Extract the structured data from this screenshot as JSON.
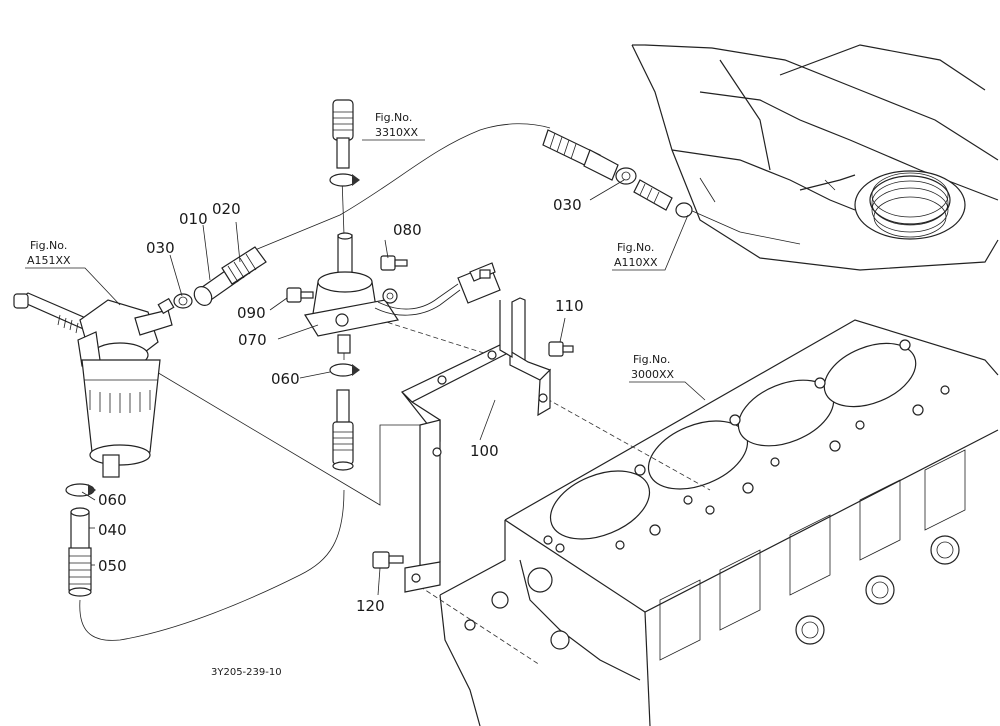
{
  "figure_refs": {
    "fuel_pump_hose": {
      "line1": "Fig.No.",
      "line2": "3310XX"
    },
    "fuel_filter": {
      "line1": "Fig.No.",
      "line2": "A151XX"
    },
    "injection_side": {
      "line1": "Fig.No.",
      "line2": "A110XX"
    },
    "cylinder_block": {
      "line1": "Fig.No.",
      "line2": "3000XX"
    }
  },
  "callouts": {
    "c010": "010",
    "c020": "020",
    "c030_left": "030",
    "c030_right": "030",
    "c040": "040",
    "c050": "050",
    "c060_upper": "060",
    "c060_lower": "060",
    "c070": "070",
    "c080": "080",
    "c090": "090",
    "c100": "100",
    "c110": "110",
    "c120": "120"
  },
  "footer": {
    "drawing_code": "3Y205-239-10"
  }
}
